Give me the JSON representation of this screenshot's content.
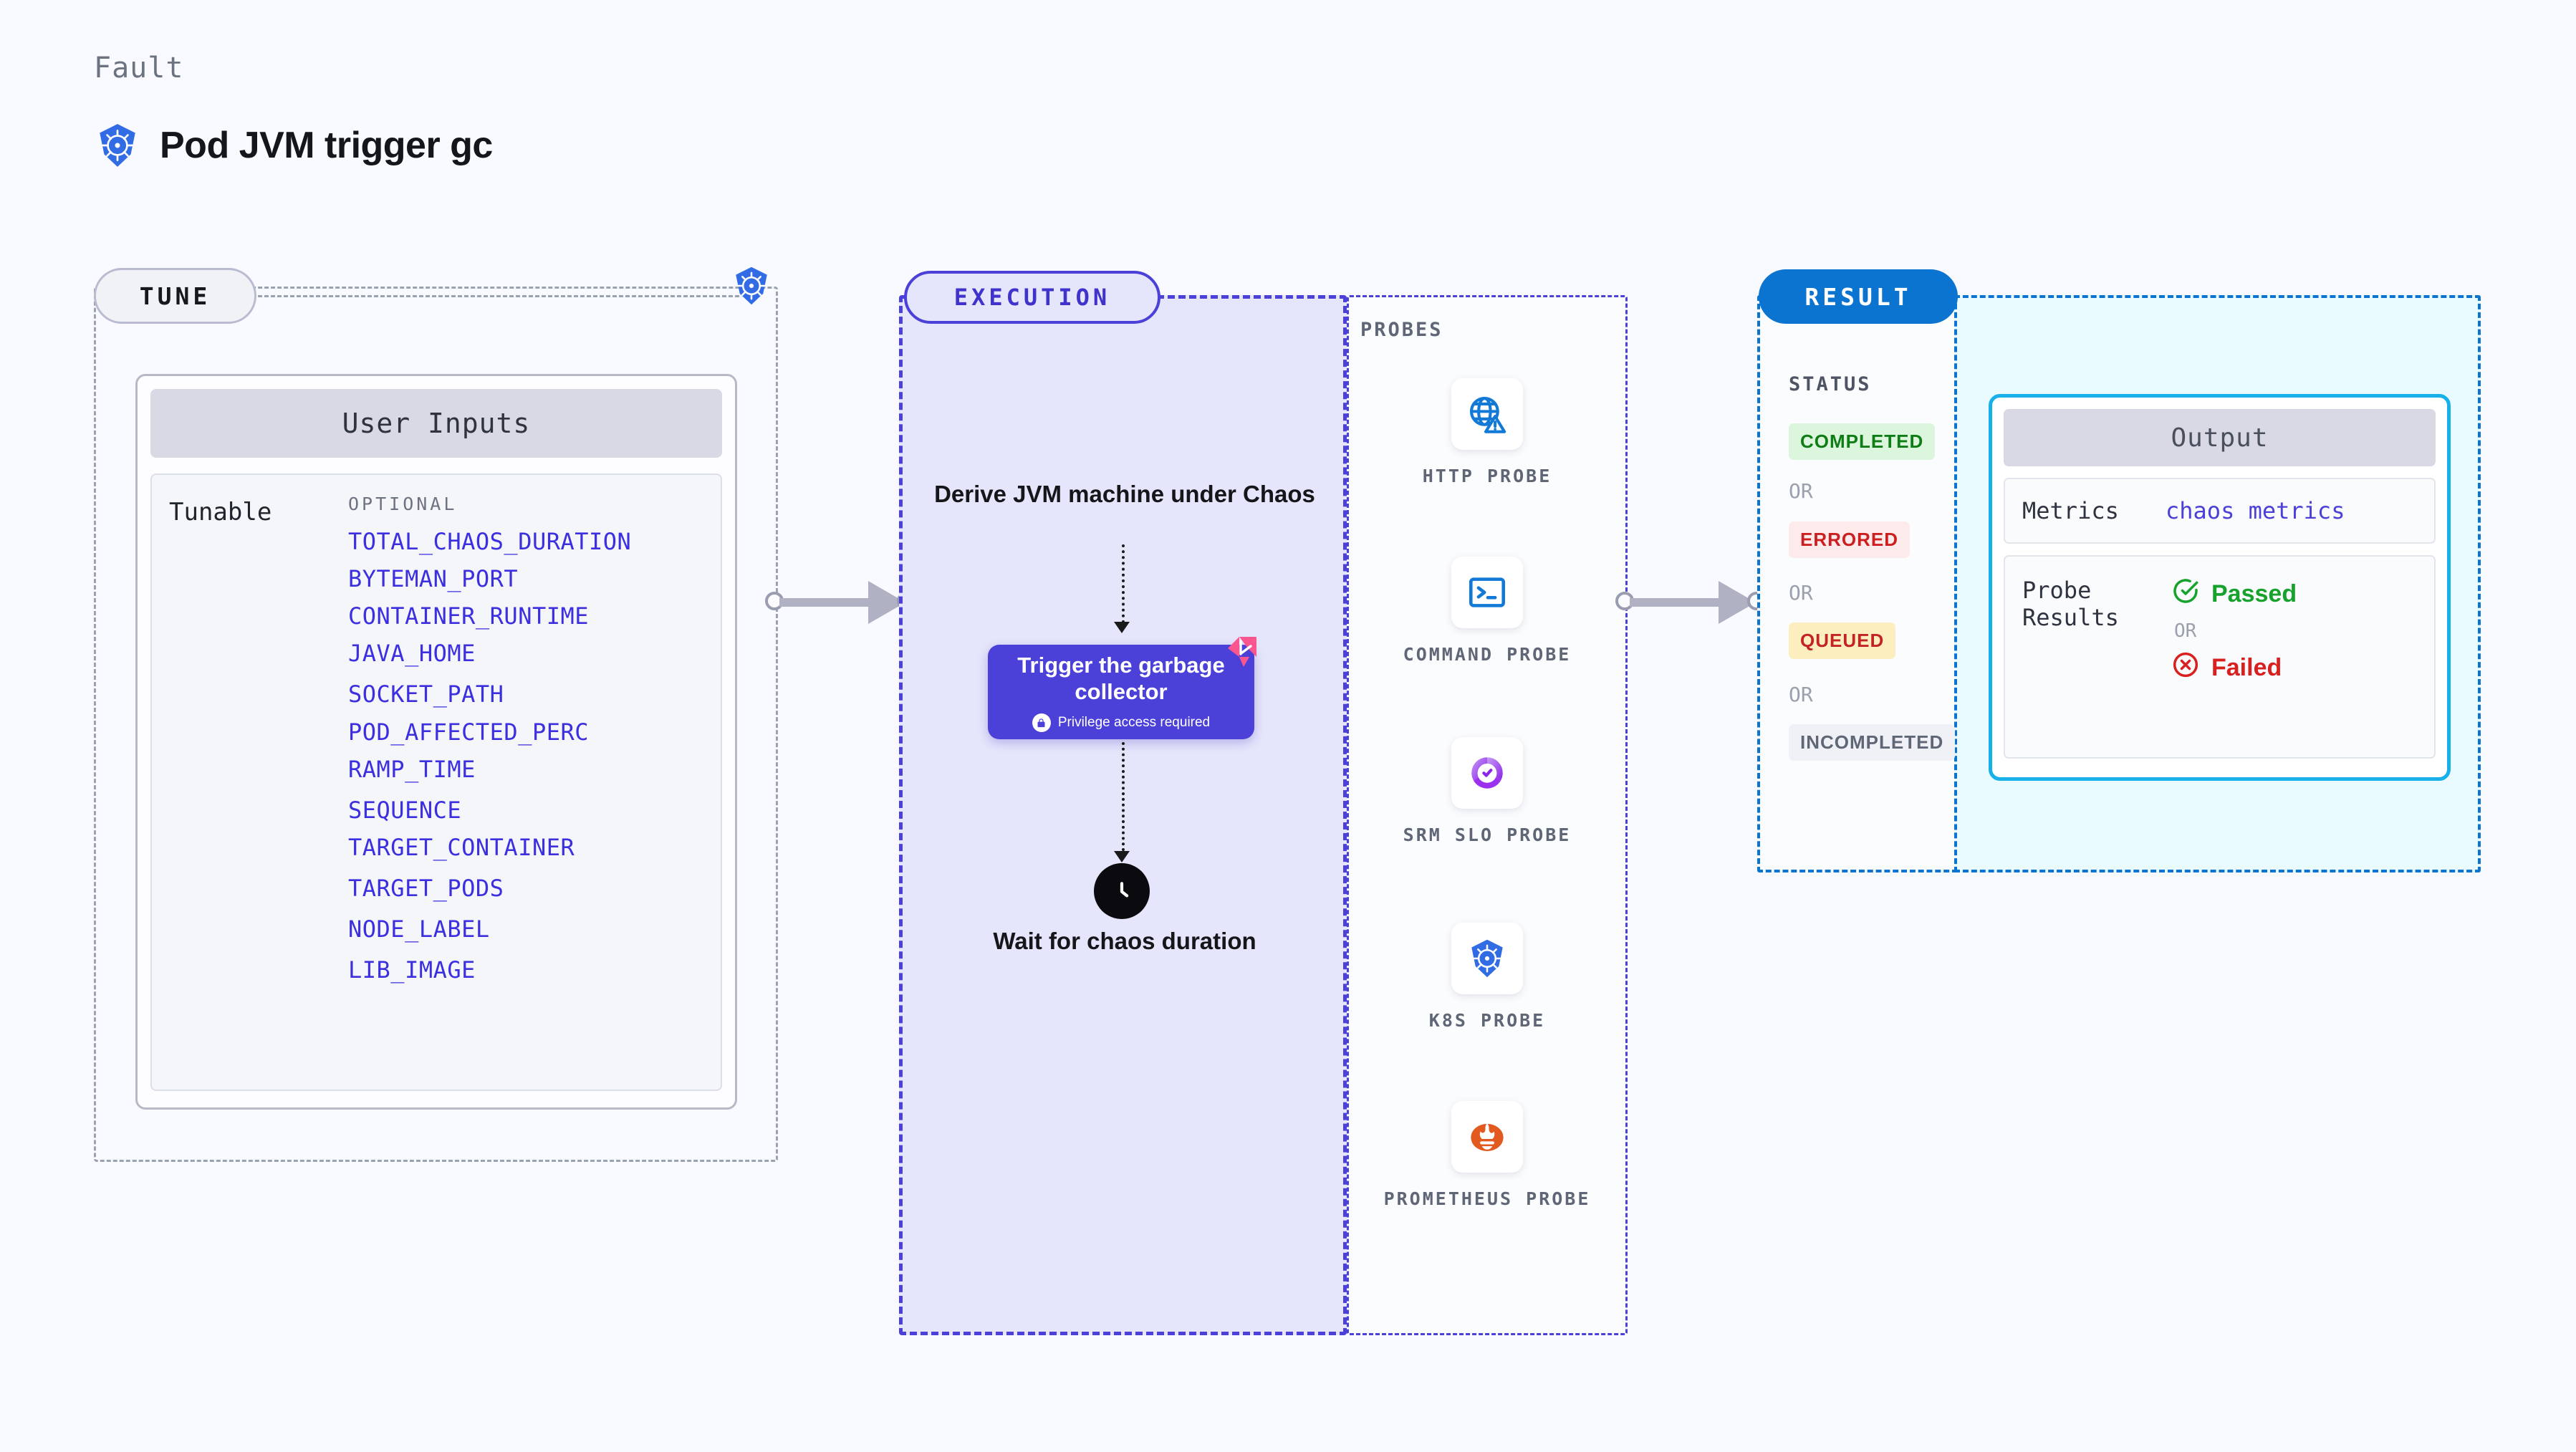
{
  "header": {
    "eyebrow": "Fault",
    "title": "Pod JVM trigger gc",
    "icon": "kubernetes-icon"
  },
  "tune": {
    "badge_label": "TUNE",
    "platform_icon": "kubernetes-icon",
    "user_inputs": {
      "header": "User Inputs",
      "row_label": "Tunable",
      "group_label": "OPTIONAL",
      "items": [
        "TOTAL_CHAOS_DURATION",
        "BYTEMAN_PORT",
        "CONTAINER_RUNTIME",
        "JAVA_HOME",
        "SOCKET_PATH",
        "POD_AFFECTED_PERC",
        "RAMP_TIME",
        "SEQUENCE",
        "TARGET_CONTAINER",
        "TARGET_PODS",
        "NODE_LABEL",
        "LIB_IMAGE"
      ]
    }
  },
  "execution": {
    "badge_label": "EXECUTION",
    "step_1": "Derive JVM machine under Chaos",
    "fault_card": {
      "title": "Trigger the garbage collector",
      "privilege_note": "Privilege access required",
      "lock_icon": "lock-icon",
      "ribbon_icon": "litmus-chaos-icon"
    },
    "step_2": "Wait for chaos duration",
    "clock_icon": "clock-icon"
  },
  "probes": {
    "label": "PROBES",
    "items": [
      {
        "name": "HTTP PROBE",
        "icon": "globe-alert-icon"
      },
      {
        "name": "COMMAND PROBE",
        "icon": "terminal-icon"
      },
      {
        "name": "SRM SLO PROBE",
        "icon": "slo-gauge-icon"
      },
      {
        "name": "K8S PROBE",
        "icon": "kubernetes-icon"
      },
      {
        "name": "PROMETHEUS PROBE",
        "icon": "prometheus-icon"
      }
    ]
  },
  "result": {
    "badge_label": "RESULT",
    "status_label": "STATUS",
    "or_label": "OR",
    "statuses": [
      {
        "label": "COMPLETED",
        "bg": "#dcf5dd",
        "fg": "#0e7d16"
      },
      {
        "label": "ERRORED",
        "bg": "#fdeaea",
        "fg": "#cc1f1f"
      },
      {
        "label": "QUEUED",
        "bg": "#fdeec0",
        "fg": "#c22424"
      },
      {
        "label": "INCOMPLETED",
        "bg": "#f0f1f6",
        "fg": "#5f6676"
      }
    ],
    "output": {
      "header": "Output",
      "metrics_key": "Metrics",
      "metrics_value": "chaos metrics",
      "probe_results_key": "Probe Results",
      "verdict_passed": "Passed",
      "verdict_failed": "Failed",
      "or_label": "OR",
      "passed_icon": "check-circle-icon",
      "failed_icon": "x-circle-icon"
    }
  },
  "colors": {
    "background": "#f9faff",
    "accent_purple": "#4b40d8",
    "accent_blue": "#0b73d0",
    "accent_cyan": "#17b0e8",
    "tunable_link": "#3b2fe0",
    "pink_ribbon": "#f9568f"
  }
}
